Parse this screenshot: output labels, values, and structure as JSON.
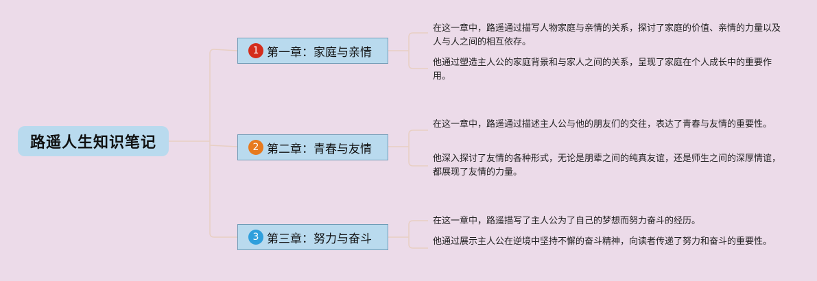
{
  "root": {
    "title": "路遥人生知识笔记"
  },
  "colors": {
    "background": "#ecdbe9",
    "node_fill": "#b9daee",
    "node_border": "#6f9bb6",
    "connector": "#e8cfc3",
    "badge_1": "#d42d1c",
    "badge_2": "#e77a1f",
    "badge_3": "#2f9fdc"
  },
  "chapters": [
    {
      "number": "1",
      "title": "第一章：家庭与亲情",
      "notes": [
        "在这一章中，路遥通过描写人物家庭与亲情的关系，探讨了家庭的价值、亲情的力量以及人与人之间的相互依存。",
        "他通过塑造主人公的家庭背景和与家人之间的关系，呈现了家庭在个人成长中的重要作用。"
      ]
    },
    {
      "number": "2",
      "title": "第二章：青春与友情",
      "notes": [
        "在这一章中，路遥通过描述主人公与他的朋友们的交往，表达了青春与友情的重要性。",
        "他深入探讨了友情的各种形式，无论是朋辈之间的纯真友谊，还是师生之间的深厚情谊，都展现了友情的力量。"
      ]
    },
    {
      "number": "3",
      "title": "第三章：努力与奋斗",
      "notes": [
        "在这一章中，路遥描写了主人公为了自己的梦想而努力奋斗的经历。",
        "他通过展示主人公在逆境中坚持不懈的奋斗精神，向读者传递了努力和奋斗的重要性。"
      ]
    }
  ]
}
